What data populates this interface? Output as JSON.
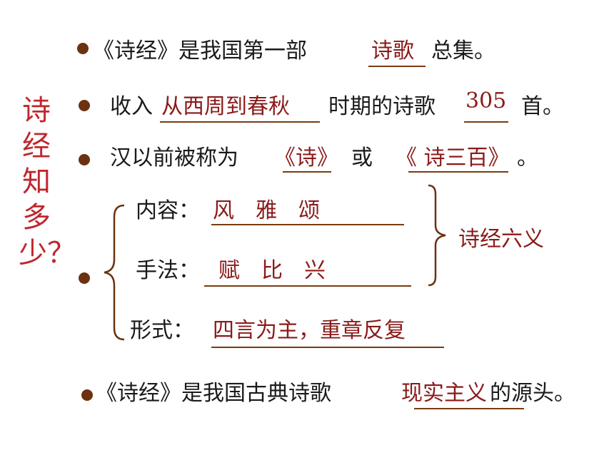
{
  "side_title": "诗经知多少？",
  "line1": {
    "pre": "《诗经》是我国第一部",
    "answer": "诗歌",
    "post": "总集。"
  },
  "line2": {
    "pre": "收入",
    "answer1": "从西周到春秋",
    "mid": "时期的诗歌",
    "answer2": "305",
    "post": "首。"
  },
  "line3": {
    "pre": "汉以前被称为",
    "answer1": "《诗》",
    "mid": "或",
    "answer2": "《 诗三百》",
    "post": "。"
  },
  "six_meanings": {
    "content_label": "内容：",
    "content_value": "风　雅　颂",
    "method_label": "手法：",
    "method_value": "赋　比　兴",
    "form_label": "形式：",
    "form_value": "四言为主，重章反复",
    "group_label": "诗经六义"
  },
  "line5": {
    "pre": "《诗经》是我国古典诗歌",
    "answer": "现实主义",
    "post": "的源头。"
  },
  "colors": {
    "bullet": "#6b3210",
    "answer": "#8b1a1a",
    "title": "#c0272d",
    "underline": "#7a3b10"
  }
}
